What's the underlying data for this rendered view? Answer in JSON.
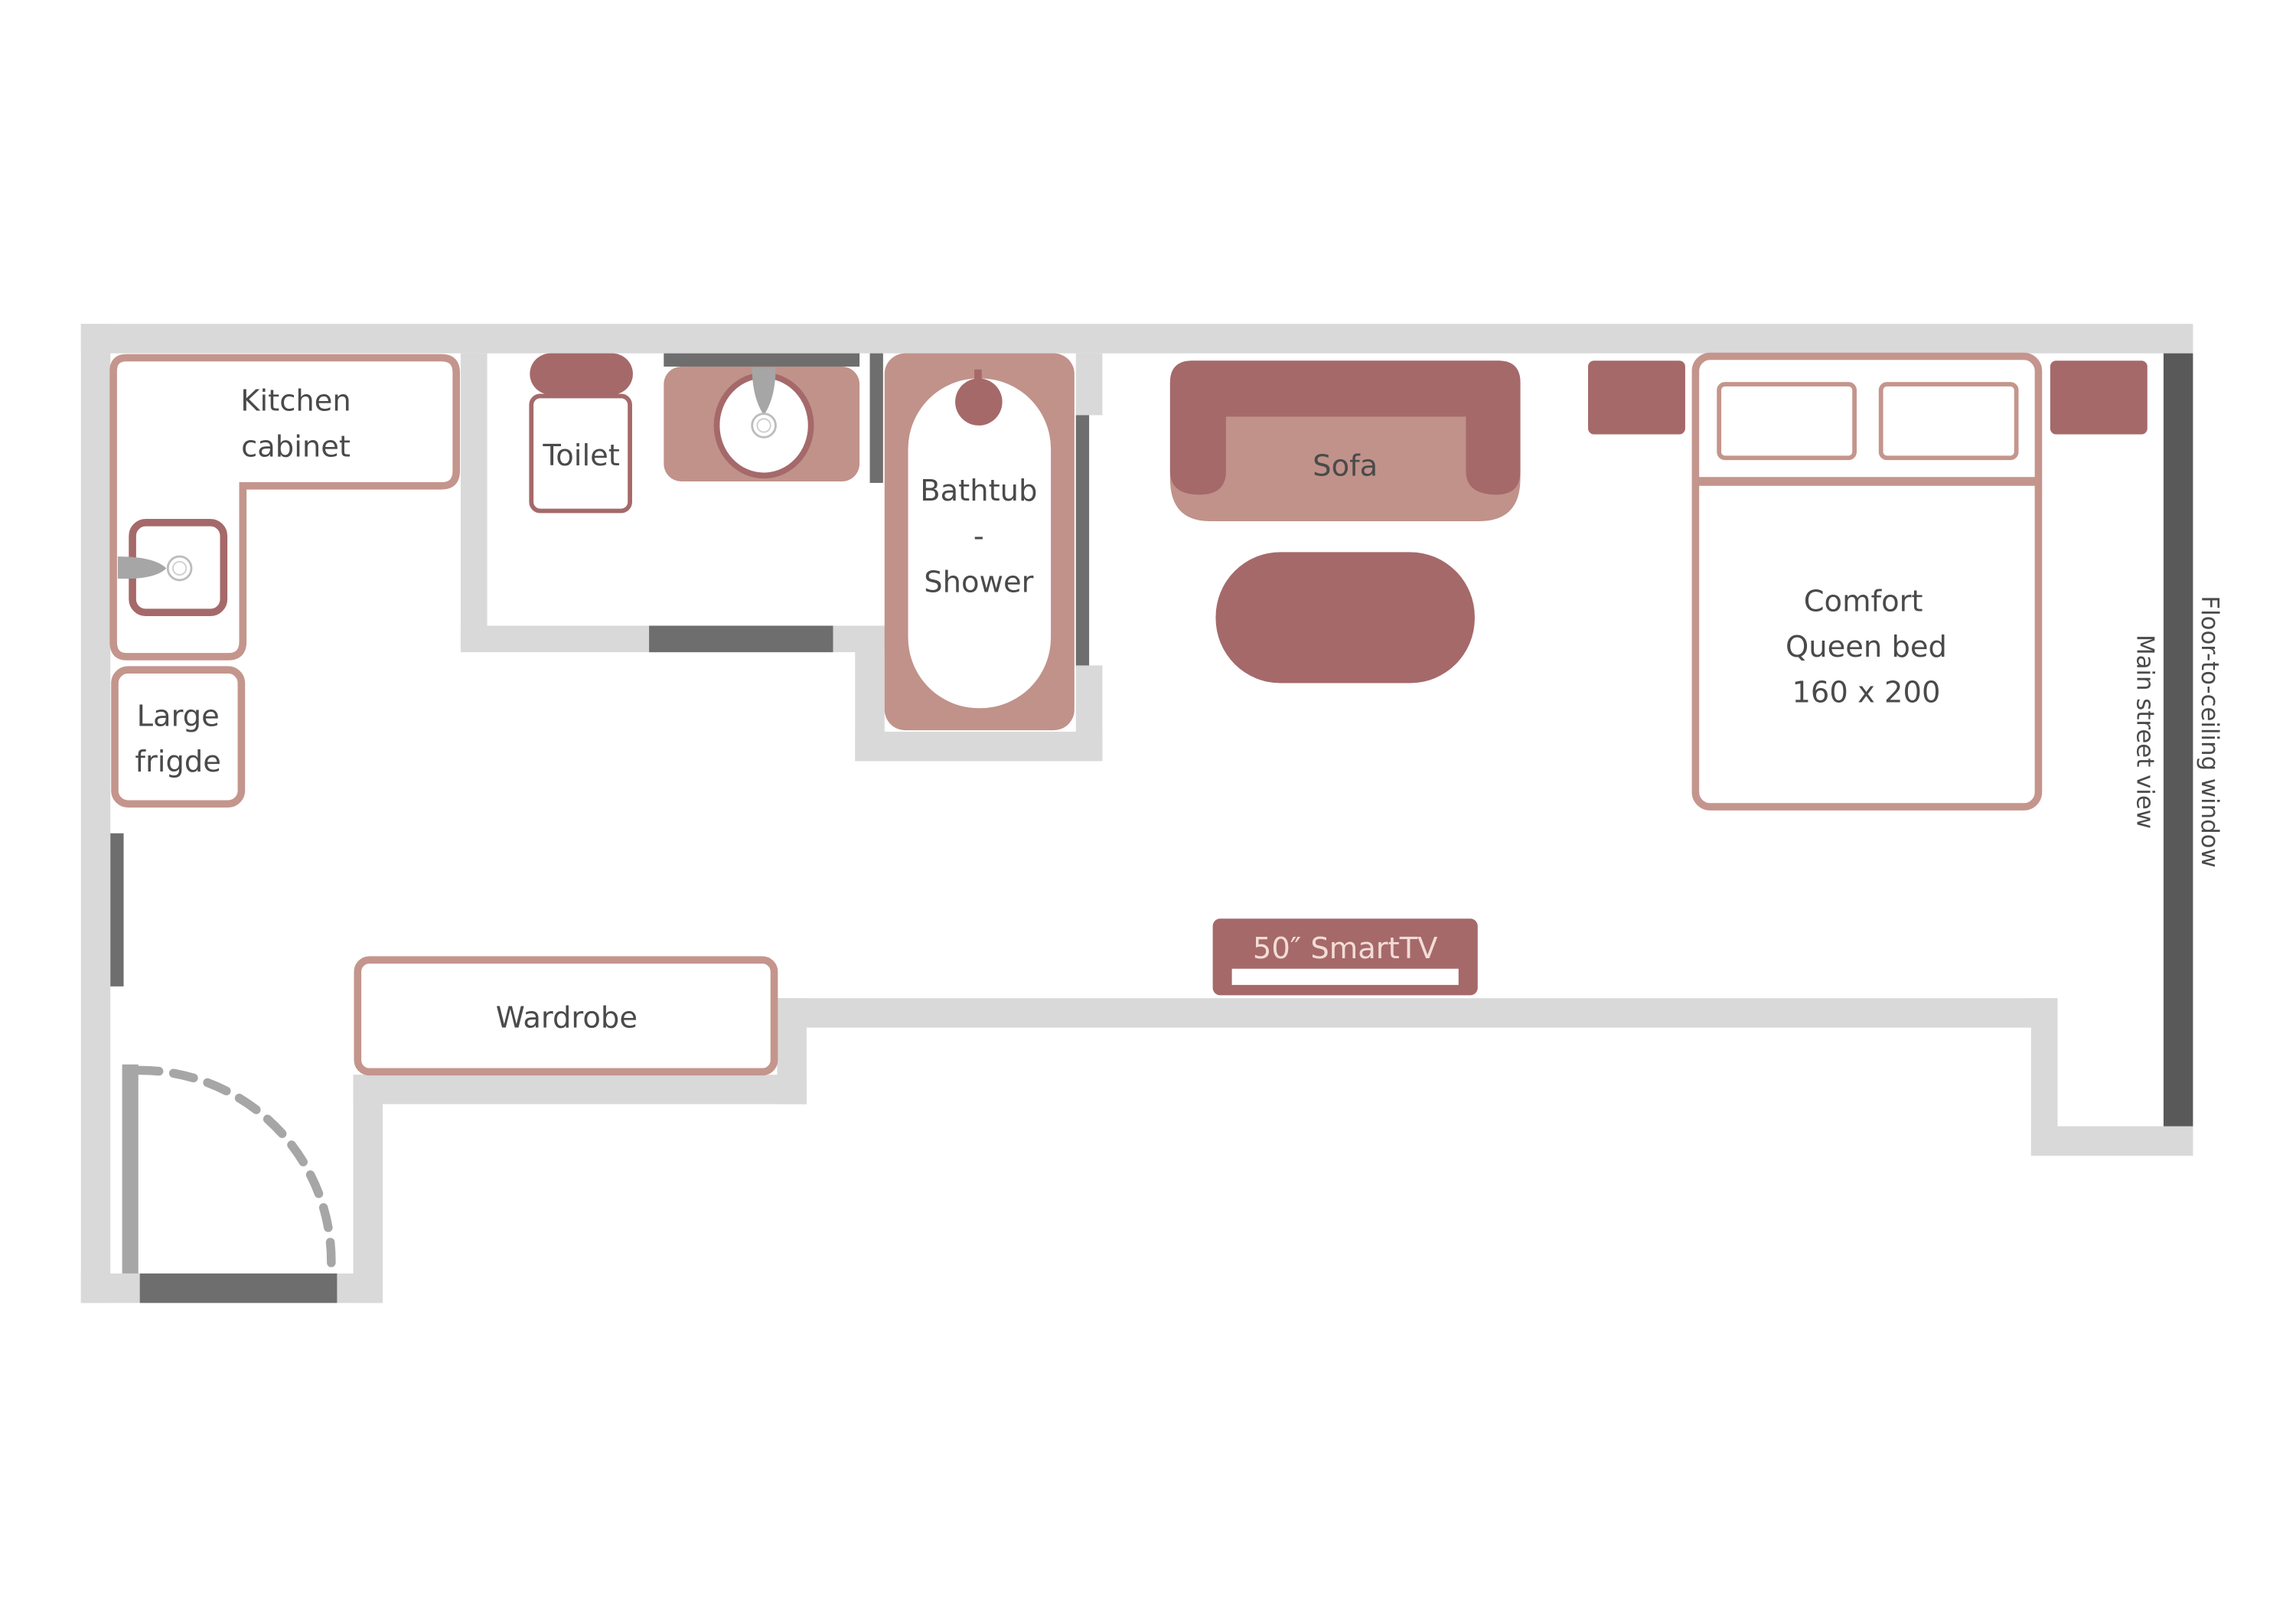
{
  "diagram": {
    "type": "floor-plan",
    "colors": {
      "wall": "#d9d9d9",
      "window": "#595959",
      "window_light": "#6e6e6e",
      "door_gray": "#a6a6a6",
      "furniture_outline": "#c4958c",
      "furniture_dark": "#a5696a",
      "furniture_light": "#c0928a",
      "text": "#4a4a4a",
      "background": "#ffffff"
    },
    "rooms": {
      "kitchen": {
        "kitchen_cabinet_line1": "Kitchen",
        "kitchen_cabinet_line2": "cabinet",
        "fridge_line1": "Large",
        "fridge_line2": "frigde"
      },
      "bathroom": {
        "toilet": "Toilet",
        "bathtub_line1": "Bathtub",
        "bathtub_line2": "-",
        "bathtub_line3": "Shower"
      },
      "living": {
        "sofa": "Sofa",
        "tv": "50″ SmartTV",
        "wardrobe": "Wardrobe"
      },
      "bedroom": {
        "bed_line1": "Comfort",
        "bed_line2": "Queen bed",
        "bed_line3": "160 x 200"
      },
      "window": {
        "label": "Floor-to-ceiling window",
        "view_label": "Main street view"
      }
    }
  }
}
